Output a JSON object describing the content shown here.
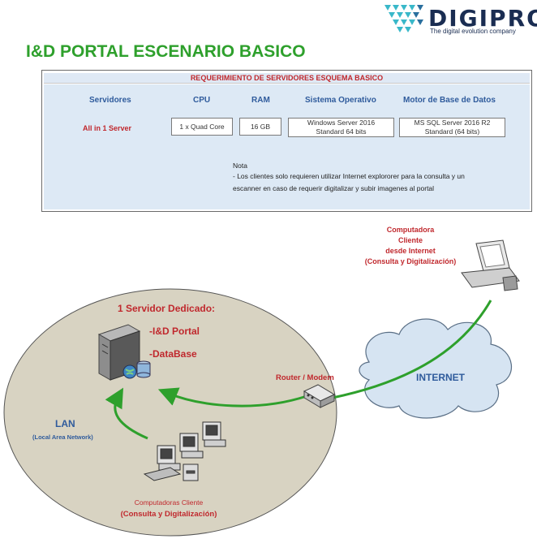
{
  "logo": {
    "brand": "DIGIPRO",
    "tagline": "The digital evolution company"
  },
  "title": "I&D PORTAL ESCENARIO BASICO",
  "requirements": {
    "header": "REQUERIMIENTO DE SERVIDORES ESQUEMA BASICO",
    "columns": [
      "Servidores",
      "CPU",
      "RAM",
      "Sistema Operativo",
      "Motor de Base de Datos"
    ],
    "row": {
      "label": "All in 1 Server",
      "cpu": "1 x Quad Core",
      "ram": "16 GB",
      "os_line1": "Windows Server 2016",
      "os_line2": "Standard 64 bits",
      "db_line1": "MS SQL Server 2016 R2",
      "db_line2": "Standard (64 bits)"
    },
    "note_title": "Nota",
    "note_line1": "- Los clientes solo requieren utilizar Internet explororer para la consulta y un",
    "note_line2": "escanner en caso de requerir digitalizar y subir imagenes al portal"
  },
  "diagram": {
    "remote_client": [
      "Computadora",
      "Cliente",
      "desde Internet",
      "(Consulta y Digitalización)"
    ],
    "server_title": "1 Servidor Dedicado:",
    "server_item1": "-I&D Portal",
    "server_item2": "-DataBase",
    "router_label": "Router / Modem",
    "internet_label": "INTERNET",
    "lan_label": "LAN",
    "lan_sub": "(Local Area Network)",
    "local_clients_line1": "Computadoras Cliente",
    "local_clients_line2": "(Consulta y Digitalización)"
  },
  "colors": {
    "green": "#2ea02c",
    "red": "#c0282d",
    "blue": "#2f5b9c",
    "ellipse": "#d8d3c2"
  }
}
